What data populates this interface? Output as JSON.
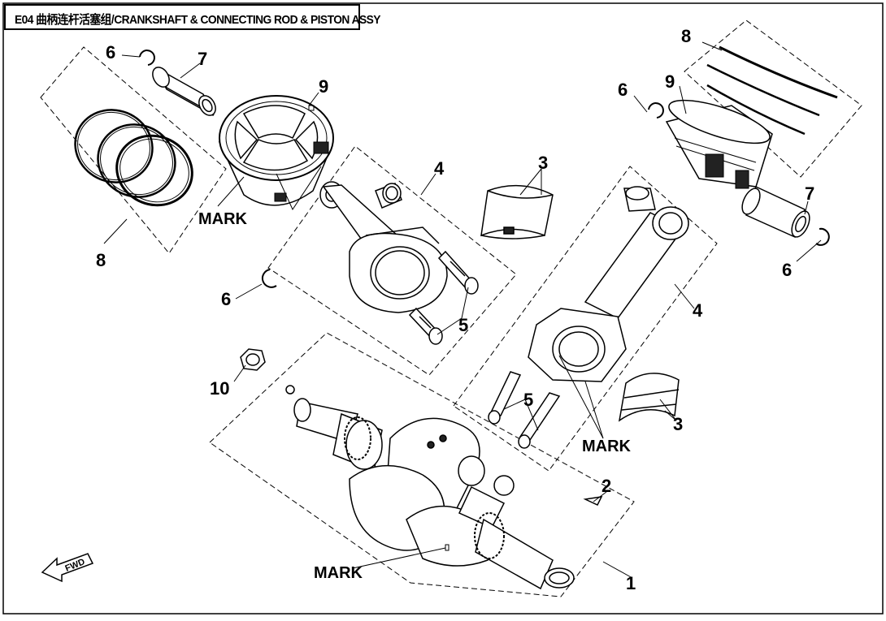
{
  "title": "E04 曲柄连杆活塞组/CRANKSHAFT & CONNECTING ROD & PISTON ASSY",
  "callouts": {
    "c1": "1",
    "c2": "2",
    "c3a": "3",
    "c3b": "3",
    "c4a": "4",
    "c4b": "4",
    "c5a": "5",
    "c5b": "5",
    "c6a": "6",
    "c6b": "6",
    "c6c": "6",
    "c6d": "6",
    "c7a": "7",
    "c7b": "7",
    "c8a": "8",
    "c8b": "8",
    "c9a": "9",
    "c9b": "9",
    "c10": "10"
  },
  "marks": {
    "m1": "MARK",
    "m2": "MARK",
    "m3": "MARK"
  },
  "fwd_label": "FWD",
  "colors": {
    "line": "#000000",
    "fill": "#ffffff",
    "shade": "#222222"
  }
}
